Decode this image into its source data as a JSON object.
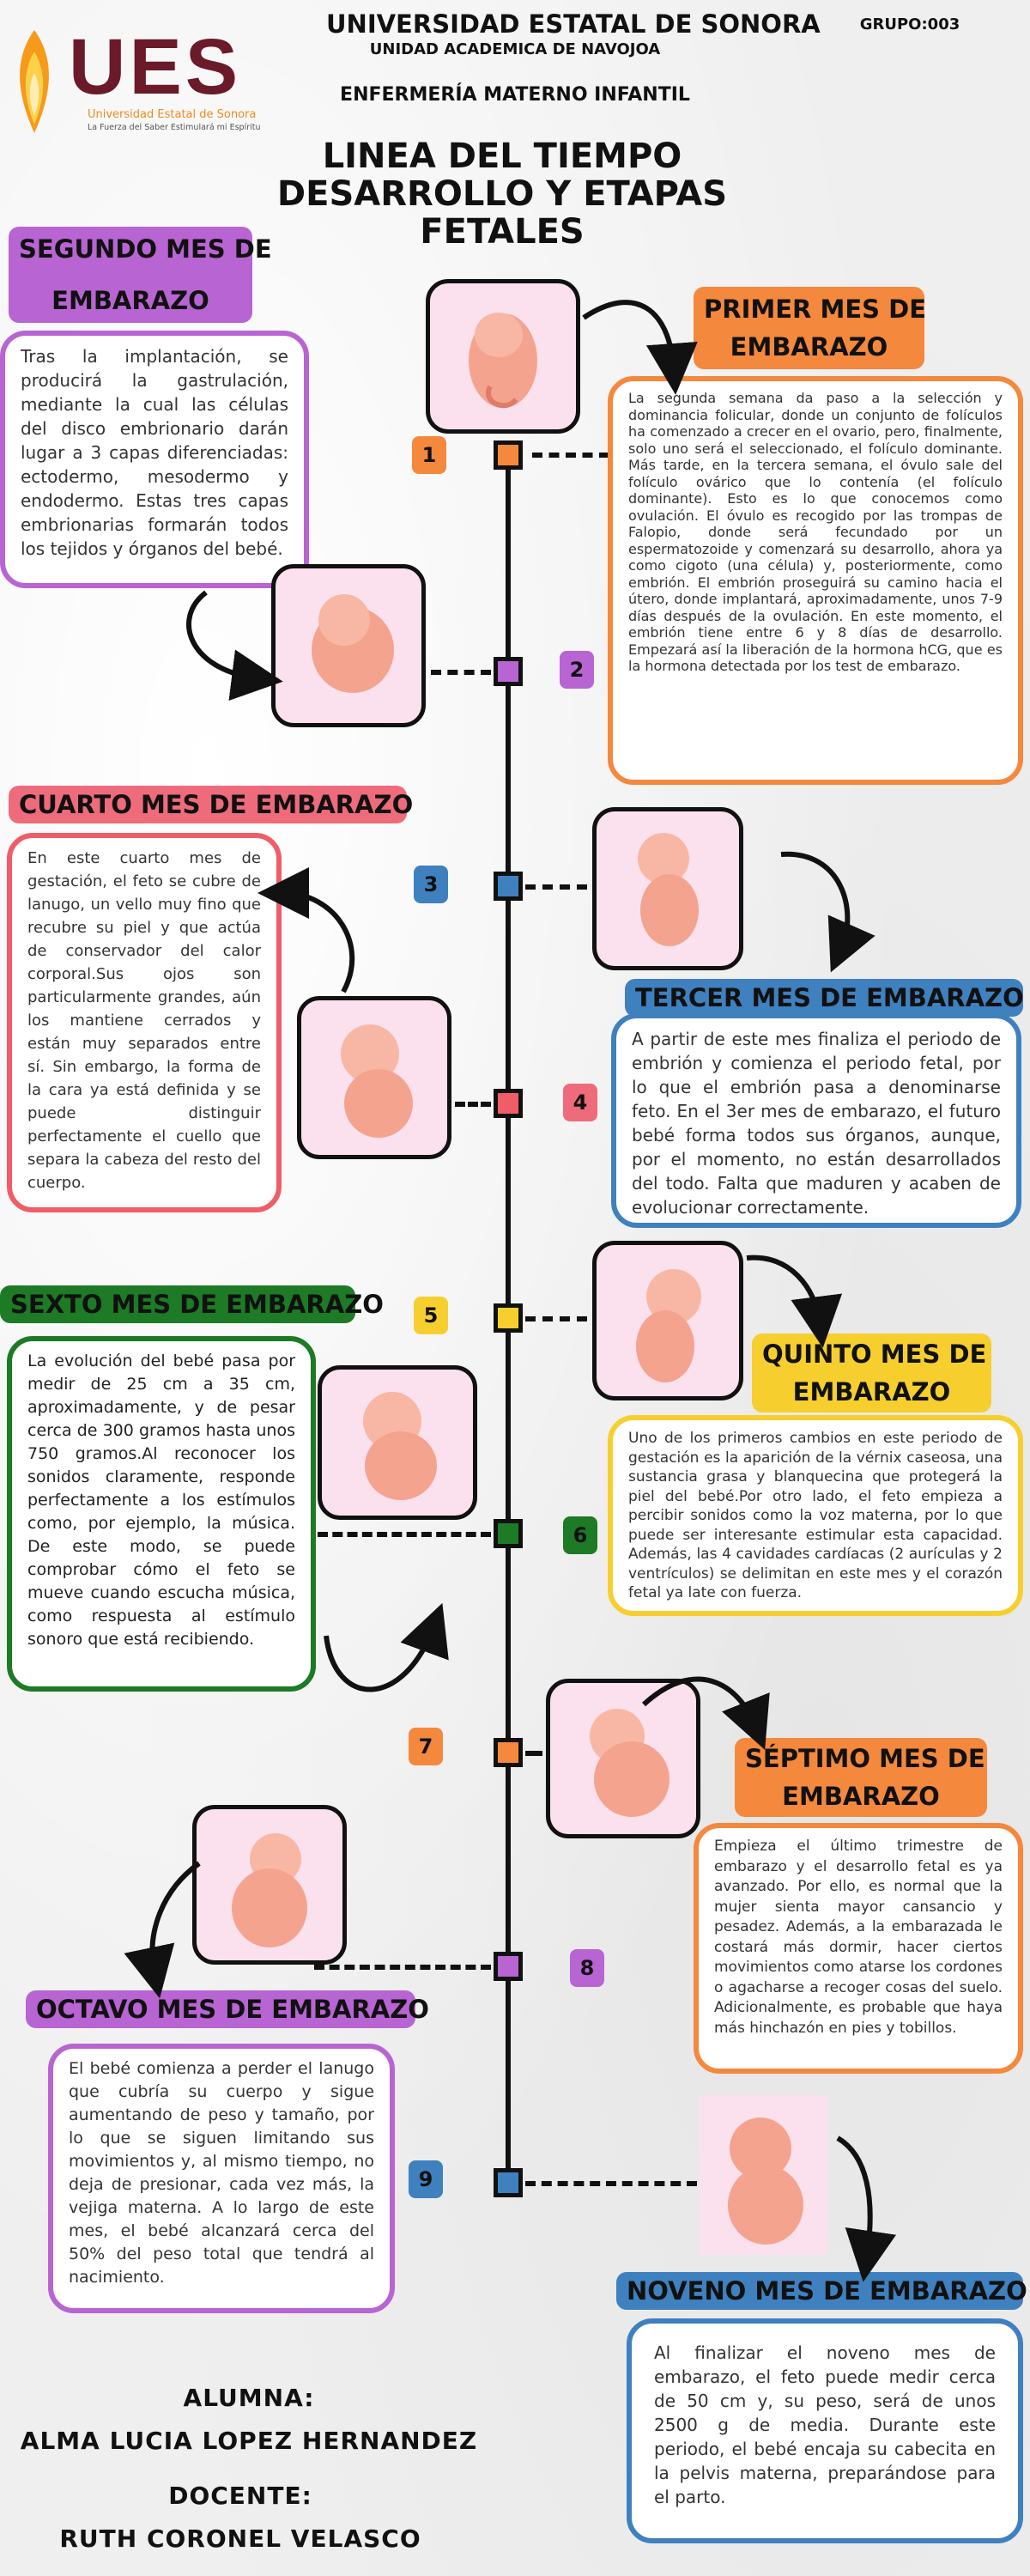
{
  "header": {
    "university": "UNIVERSIDAD ESTATAL DE SONORA",
    "unit": "UNIDAD ACADEMICA DE NAVOJOA",
    "group": "GRUPO:003",
    "subject": "ENFERMERÍA MATERNO INFANTIL",
    "logo_text": "UES",
    "logo_sub1": "Universidad Estatal de Sonora",
    "logo_sub2": "La Fuerza del Saber Estimulará mi Espíritu"
  },
  "title": {
    "line1": "LINEA DEL TIEMPO",
    "line2": "DESARROLLO Y ETAPAS",
    "line3": "FETALES"
  },
  "colors": {
    "orange": "#f4883d",
    "purple": "#b864d3",
    "blue": "#3f80bf",
    "red": "#f05d68",
    "yellow": "#f6cf2f",
    "green": "#1d7a25",
    "pink_label": "#ee6b7b"
  },
  "months": {
    "m1": {
      "label1": "PRIMER MES DE",
      "label2": "EMBARAZO",
      "number": "1",
      "text": "La segunda semana da paso a la selección y dominancia folicular, donde un conjunto de folículos ha comenzado a crecer en el ovario, pero, finalmente, solo uno será el seleccionado, el folículo dominante. Más tarde, en la tercera semana, el óvulo sale del folículo ovárico que lo contenía (el folículo dominante). Esto es lo que conocemos como ovulación. El óvulo es recogido por las trompas de Falopio, donde será fecundado por un espermatozoide y comenzará su desarrollo, ahora ya como cigoto (una célula) y, posteriormente, como embrión. El embrión proseguirá su camino hacia el útero, donde implantará, aproximadamente, unos 7-9 días después de la ovulación. En este momento, el embrión tiene entre 6 y 8 días de desarrollo. Empezará así la liberación de la hormona hCG, que es la hormona detectada por los test de embarazo."
    },
    "m2": {
      "label1": "SEGUNDO MES DE",
      "label2": "EMBARAZO",
      "number": "2",
      "text": "Tras la implantación, se producirá la gastrulación, mediante la cual las células del disco embrionario darán lugar a 3 capas diferenciadas: ectodermo, mesodermo y endodermo. Estas tres capas embrionarias formarán todos los tejidos y órganos del bebé."
    },
    "m3": {
      "label": "TERCER MES DE EMBARAZO",
      "number": "3",
      "text": "A partir de este mes finaliza el periodo de embrión y comienza el periodo fetal, por lo que el embrión pasa a denominarse feto. En el 3er mes de embarazo, el futuro bebé forma todos sus órganos, aunque, por el momento, no están desarrollados del todo. Falta que maduren y acaben de evolucionar correctamente."
    },
    "m4": {
      "label": "CUARTO MES DE EMBARAZO",
      "number": "4",
      "text": "En este cuarto mes de gestación, el feto se cubre de lanugo, un vello muy fino que recubre su piel y que actúa de conservador del calor corporal.Sus ojos son particularmente grandes, aún los mantiene cerrados y están muy separados entre sí. Sin embargo, la forma de la cara ya está definida y se puede distinguir perfectamente el cuello que separa la cabeza del resto del cuerpo."
    },
    "m5": {
      "label1": "QUINTO MES DE",
      "label2": "EMBARAZO",
      "number": "5",
      "text": "Uno de los primeros cambios en este periodo de gestación es la aparición de la vérnix caseosa, una sustancia grasa y blanquecina que protegerá la piel del bebé.Por otro lado, el feto empieza a percibir sonidos como la voz materna, por lo que puede ser interesante estimular esta capacidad. Además, las 4 cavidades cardíacas (2 aurículas y 2 ventrículos) se delimitan en este mes y el corazón fetal ya late con fuerza."
    },
    "m6": {
      "label": "SEXTO MES DE EMBARAZO",
      "number": "6",
      "text": "La evolución del bebé pasa por medir de 25 cm a 35 cm, aproximadamente, y de pesar cerca de 300 gramos hasta unos 750 gramos.Al reconocer los sonidos claramente, responde perfectamente a los estímulos como, por ejemplo, la música. De este modo, se puede comprobar cómo el feto se mueve cuando escucha música, como respuesta al estímulo sonoro que está recibiendo."
    },
    "m7": {
      "label1": "SÉPTIMO MES DE",
      "label2": "EMBARAZO",
      "number": "7",
      "text": "Empieza el último trimestre de embarazo y el desarrollo fetal es ya avanzado. Por ello, es normal que la mujer sienta mayor cansancio y pesadez. Además, a la embarazada le costará más dormir, hacer ciertos movimientos como atarse los cordones o agacharse a recoger cosas del suelo. Adicionalmente, es probable que haya más hinchazón en pies y tobillos."
    },
    "m8": {
      "label": "OCTAVO MES DE EMBARAZO",
      "number": "8",
      "text": "El bebé comienza a perder el lanugo que cubría su cuerpo y sigue aumentando de peso y tamaño, por lo que se siguen limitando sus movimientos y, al mismo tiempo, no deja de presionar, cada vez más, la vejiga materna. A lo largo de este mes, el bebé alcanzará cerca del 50% del peso total que tendrá al nacimiento."
    },
    "m9": {
      "label": "NOVENO MES DE EMBARAZO",
      "number": "9",
      "text": "Al finalizar el noveno mes de embarazo, el feto puede medir cerca de 50 cm y, su peso, será de unos 2500 g de media. Durante este periodo, el bebé encaja su cabecita en la pelvis materna, preparándose para el parto."
    }
  },
  "footer": {
    "student_label": "ALUMNA:",
    "student_name": "ALMA LUCIA LOPEZ HERNANDEZ",
    "teacher_label": "DOCENTE:",
    "teacher_name": "RUTH CORONEL VELASCO"
  }
}
